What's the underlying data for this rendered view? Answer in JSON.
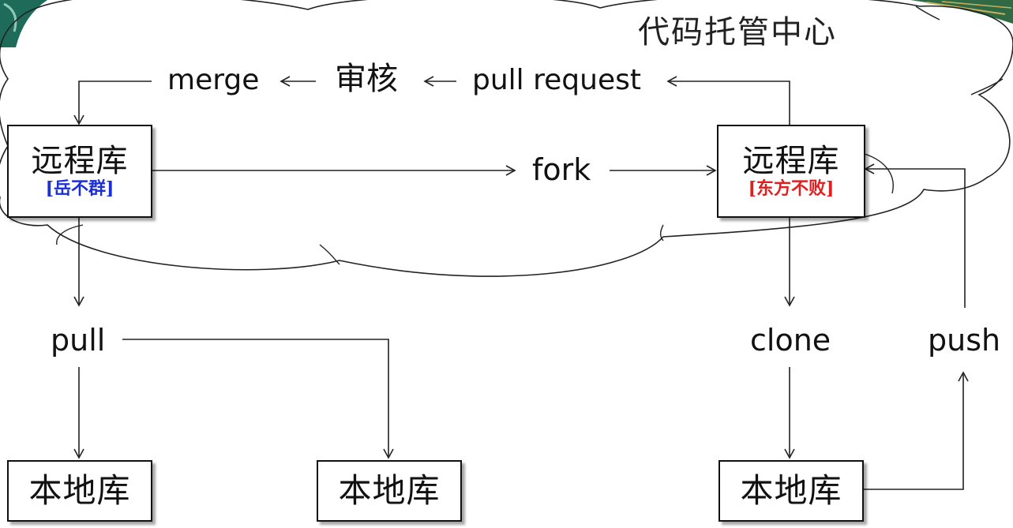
{
  "cloud": {
    "title": "代码托管中心"
  },
  "remotes": {
    "left": {
      "title": "远程库",
      "owner": "[岳不群]",
      "owner_color": "#1a2fd8"
    },
    "right": {
      "title": "远程库",
      "owner": "[东方不败]",
      "owner_color": "#e02020"
    }
  },
  "flow": {
    "merge": "merge",
    "review": "审核",
    "pull_request": "pull request",
    "fork": "fork",
    "pull": "pull",
    "clone": "clone",
    "push": "push"
  },
  "locals": {
    "left_a": "本地库",
    "left_b": "本地库",
    "right": "本地库"
  }
}
